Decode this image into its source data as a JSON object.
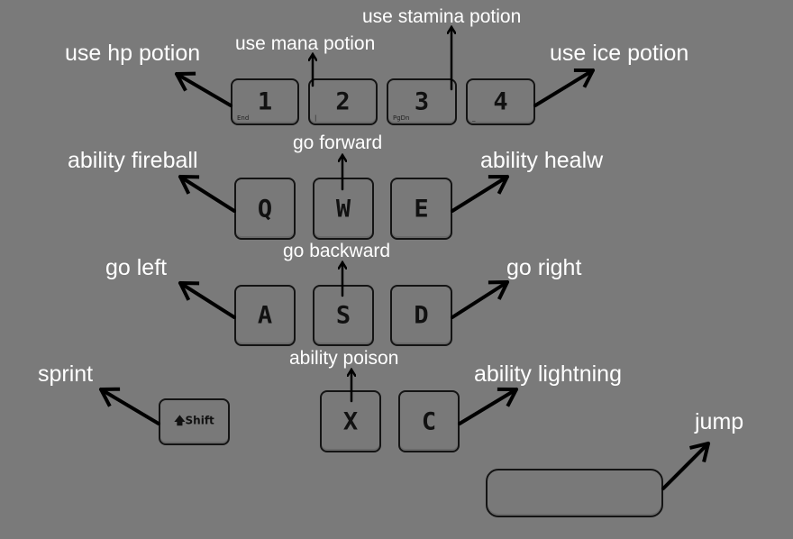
{
  "keys": {
    "k1": {
      "cap": "1",
      "sub": "End"
    },
    "k2": {
      "cap": "2",
      "sub": "|"
    },
    "k3": {
      "cap": "3",
      "sub": "PgDn"
    },
    "k4": {
      "cap": "4",
      "sub": "_"
    },
    "q": {
      "cap": "Q"
    },
    "w": {
      "cap": "W"
    },
    "e": {
      "cap": "E"
    },
    "a": {
      "cap": "A"
    },
    "s": {
      "cap": "S"
    },
    "d": {
      "cap": "D"
    },
    "x": {
      "cap": "X"
    },
    "c": {
      "cap": "C"
    },
    "shift": {
      "icon": "up-arrow-icon",
      "label": "Shift"
    },
    "space": {
      "cap": ""
    }
  },
  "labels": {
    "use_hp_potion": "use hp potion",
    "use_mana_potion": "use mana potion",
    "use_stamina_potion": "use stamina potion",
    "use_ice_potion": "use ice potion",
    "ability_fireball": "ability fireball",
    "go_forward": "go forward",
    "ability_healw": "ability healw",
    "go_left": "go left",
    "go_backward": "go backward",
    "go_right": "go right",
    "sprint": "sprint",
    "ability_poison": "ability poison",
    "ability_lightning": "ability lightning",
    "jump": "jump"
  },
  "colors": {
    "background": "#7a7a7a",
    "key_border": "#141414",
    "label_text": "#ffffff",
    "arrow": "#000000"
  }
}
